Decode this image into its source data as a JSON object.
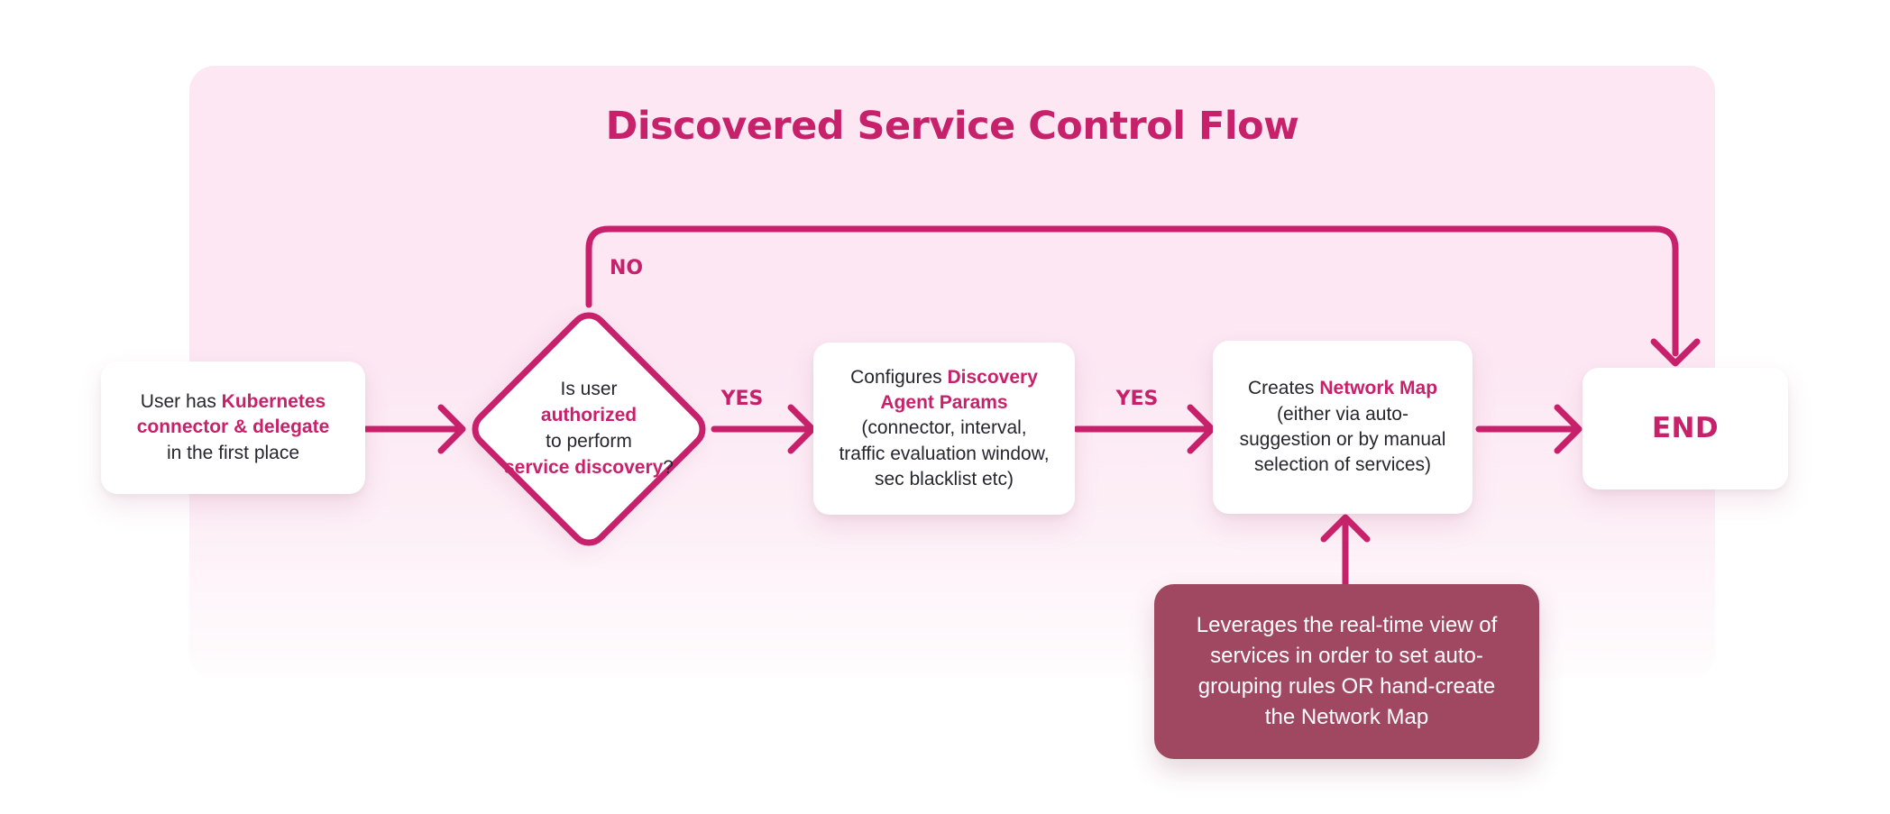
{
  "title": "Discovered Service Control Flow",
  "colors": {
    "accent": "#c8216b",
    "note_bg": "#a04862",
    "text_dark": "#25272e",
    "container_pink_top": "#fce7f3",
    "container_pink_bottom": "#fffdfe",
    "node_bg": "#ffffff"
  },
  "nodes": {
    "start": {
      "l1a": "User has ",
      "l1b": "Kubernetes",
      "l2b": "connector & delegate",
      "l3a": "in the first place"
    },
    "decision": {
      "l1": "Is user",
      "l2": "authorized",
      "l3": "to perform",
      "l4b": "service discovery",
      "l4a": "?"
    },
    "configure": {
      "l1a": "Configures ",
      "l1b": "Discovery",
      "l2b": "Agent Params",
      "l3": "(connector, interval,",
      "l4": "traffic evaluation window,",
      "l5": "sec blacklist etc)"
    },
    "create_map": {
      "l1a": "Creates ",
      "l1b": "Network Map",
      "l2": "(either via auto-",
      "l3": "suggestion or by manual",
      "l4": "selection of services)"
    },
    "end": {
      "label": "END"
    },
    "note": {
      "l1": "Leverages the real-time view of",
      "l2": "services in order to set auto-",
      "l3": "grouping rules OR hand-create",
      "l4": "the Network Map"
    }
  },
  "edge_labels": {
    "no": "NO",
    "yes1": "YES",
    "yes2": "YES"
  }
}
